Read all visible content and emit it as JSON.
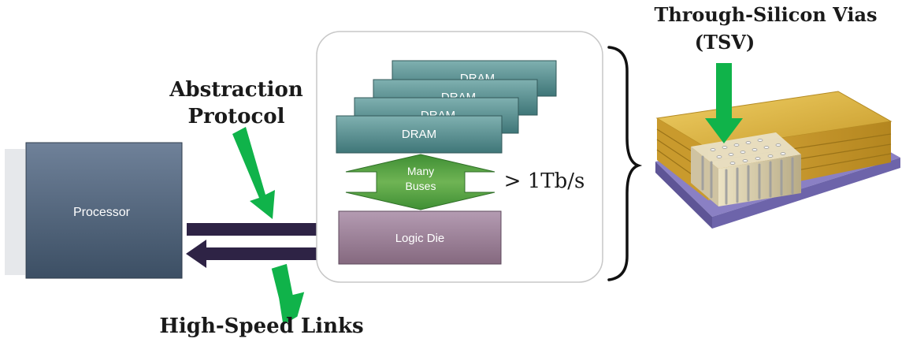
{
  "labels": {
    "abstraction_line1": "Abstraction",
    "abstraction_line2": "Protocol",
    "tsv_line1": "Through-Silicon Vias",
    "tsv_line2": "(TSV)",
    "high_speed_links": "High-Speed Links",
    "bandwidth": "> 1Tb/s"
  },
  "blocks": {
    "processor": "Processor",
    "logic_die": "Logic Die",
    "dram_layers": [
      "DRAM",
      "DRAM",
      "DRAM",
      "DRAM"
    ],
    "buses_line1": "Many",
    "buses_line2": "Buses"
  },
  "colors": {
    "green_arrow": "#10b34a",
    "link_arrow": "#2e2345",
    "dram": "#4f8a8c",
    "processor": "#4e6277",
    "logic_die": "#9a7f98",
    "gold": "#d8b43a",
    "substrate": "#8a80c4"
  }
}
